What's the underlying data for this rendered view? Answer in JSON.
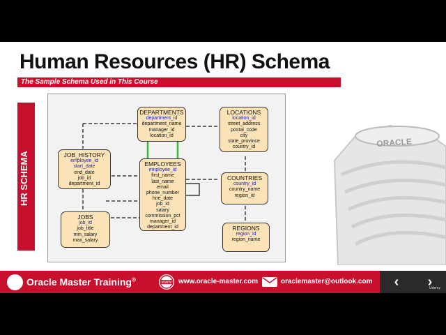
{
  "slide": {
    "title": "Human Resources (HR) Schema",
    "subtitle": "The Sample Schema Used in This Course",
    "side_label": "HR SCHEMA"
  },
  "entities": {
    "departments": {
      "name": "DEPARTMENTS",
      "pk": "department_id",
      "fields": [
        "department_name",
        "manager_id",
        "location_id"
      ]
    },
    "locations": {
      "name": "LOCATIONS",
      "pk": "location_id",
      "fields": [
        "street_address",
        "postal_code",
        "city",
        "state_province",
        "country_id"
      ]
    },
    "job_history": {
      "name": "JOB_HISTORY",
      "pk": "employee_id",
      "pk2": "start_date",
      "fields": [
        "end_date",
        "job_id",
        "department_id"
      ]
    },
    "employees": {
      "name": "EMPLOYEES",
      "pk": "employee_id",
      "fields": [
        "first_name",
        "last_name",
        "email",
        "phone_number",
        "hire_date",
        "job_id",
        "salary",
        "commission_pct",
        "manager_id",
        "department_id"
      ]
    },
    "countries": {
      "name": "COUNTRIES",
      "pk": "country_id",
      "fields": [
        "country_name",
        "region_id"
      ]
    },
    "jobs": {
      "name": "JOBS",
      "pk": "job_id",
      "fields": [
        "job_title",
        "min_salary",
        "max_salary"
      ]
    },
    "regions": {
      "name": "REGIONS",
      "pk": "region_id",
      "fields": [
        "region_name"
      ]
    }
  },
  "building_sign": "ORACLE",
  "footer": {
    "brand": "Oracle Master Training",
    "brand_mark": "®",
    "website": "www.oracle-master.com",
    "email": "oraclemaster@outlook.com",
    "watermark": "Udemy"
  },
  "nav": {
    "prev": "‹",
    "next": "›"
  },
  "colors": {
    "accent": "#c8102e",
    "entity_fill": "#fbe3b7",
    "pk_text": "#2020c0",
    "highlight": "#3cb53c"
  }
}
